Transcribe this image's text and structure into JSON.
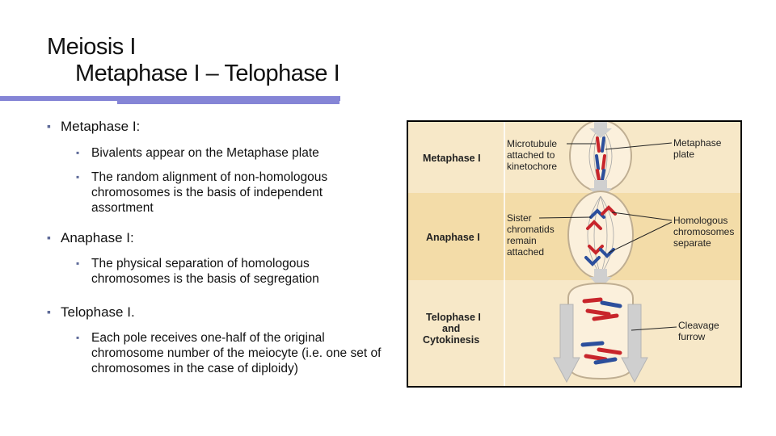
{
  "title": {
    "line1": "Meiosis I",
    "line2": "Metaphase I – Telophase I"
  },
  "bullets": [
    {
      "heading": "Metaphase I:",
      "sub": [
        "Bivalents appear on the Metaphase plate",
        "The random alignment of non-homologous chromosomes is the basis of independent assortment"
      ]
    },
    {
      "heading": "Anaphase I:",
      "sub": [
        "The physical separation of homologous chromosomes is the basis of segregation"
      ]
    },
    {
      "heading": "Telophase I.",
      "sub": [
        "Each pole receives one-half of the original chromosome number of the meiocyte (i.e. one set of chromosomes in the case of diploidy)"
      ]
    }
  ],
  "diagram": {
    "stages": {
      "metaphase": "Metaphase I",
      "anaphase": "Anaphase I",
      "telophase_line1": "Telophase I",
      "telophase_line2": "and",
      "telophase_line3": "Cytokinesis"
    },
    "labels": {
      "microtubule_1": "Microtubule",
      "microtubule_2": "attached to",
      "microtubule_3": "kinetochore",
      "metaphase_plate_1": "Metaphase",
      "metaphase_plate_2": "plate",
      "sister_1": "Sister",
      "sister_2": "chromatids",
      "sister_3": "remain",
      "sister_4": "attached",
      "homologous_1": "Homologous",
      "homologous_2": "chromosomes",
      "homologous_3": "separate",
      "cleavage_1": "Cleavage",
      "cleavage_2": "furrow"
    },
    "colors": {
      "background": "#f7e8c8",
      "band": "#f3dca8",
      "cell": "#fbf0dc",
      "red_chromosome": "#c8252b",
      "blue_chromosome": "#2c4f9c",
      "arrow": "#cfcfcf"
    }
  }
}
